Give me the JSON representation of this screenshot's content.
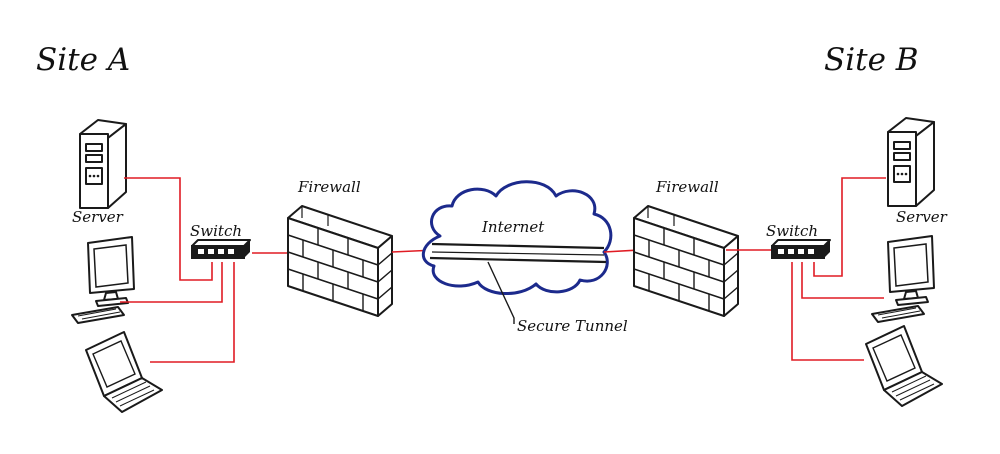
{
  "site_a": {
    "title": "Site A",
    "server_label": "Server",
    "switch_label": "Switch",
    "firewall_label": "Firewall"
  },
  "site_b": {
    "title": "Site B",
    "server_label": "Server",
    "switch_label": "Switch",
    "firewall_label": "Firewall"
  },
  "internet": {
    "label": "Internet",
    "tunnel_label": "Secure Tunnel"
  },
  "colors": {
    "cable": "#e01c24",
    "cloud": "#1c2a8c",
    "ink": "#1a1a1a"
  }
}
